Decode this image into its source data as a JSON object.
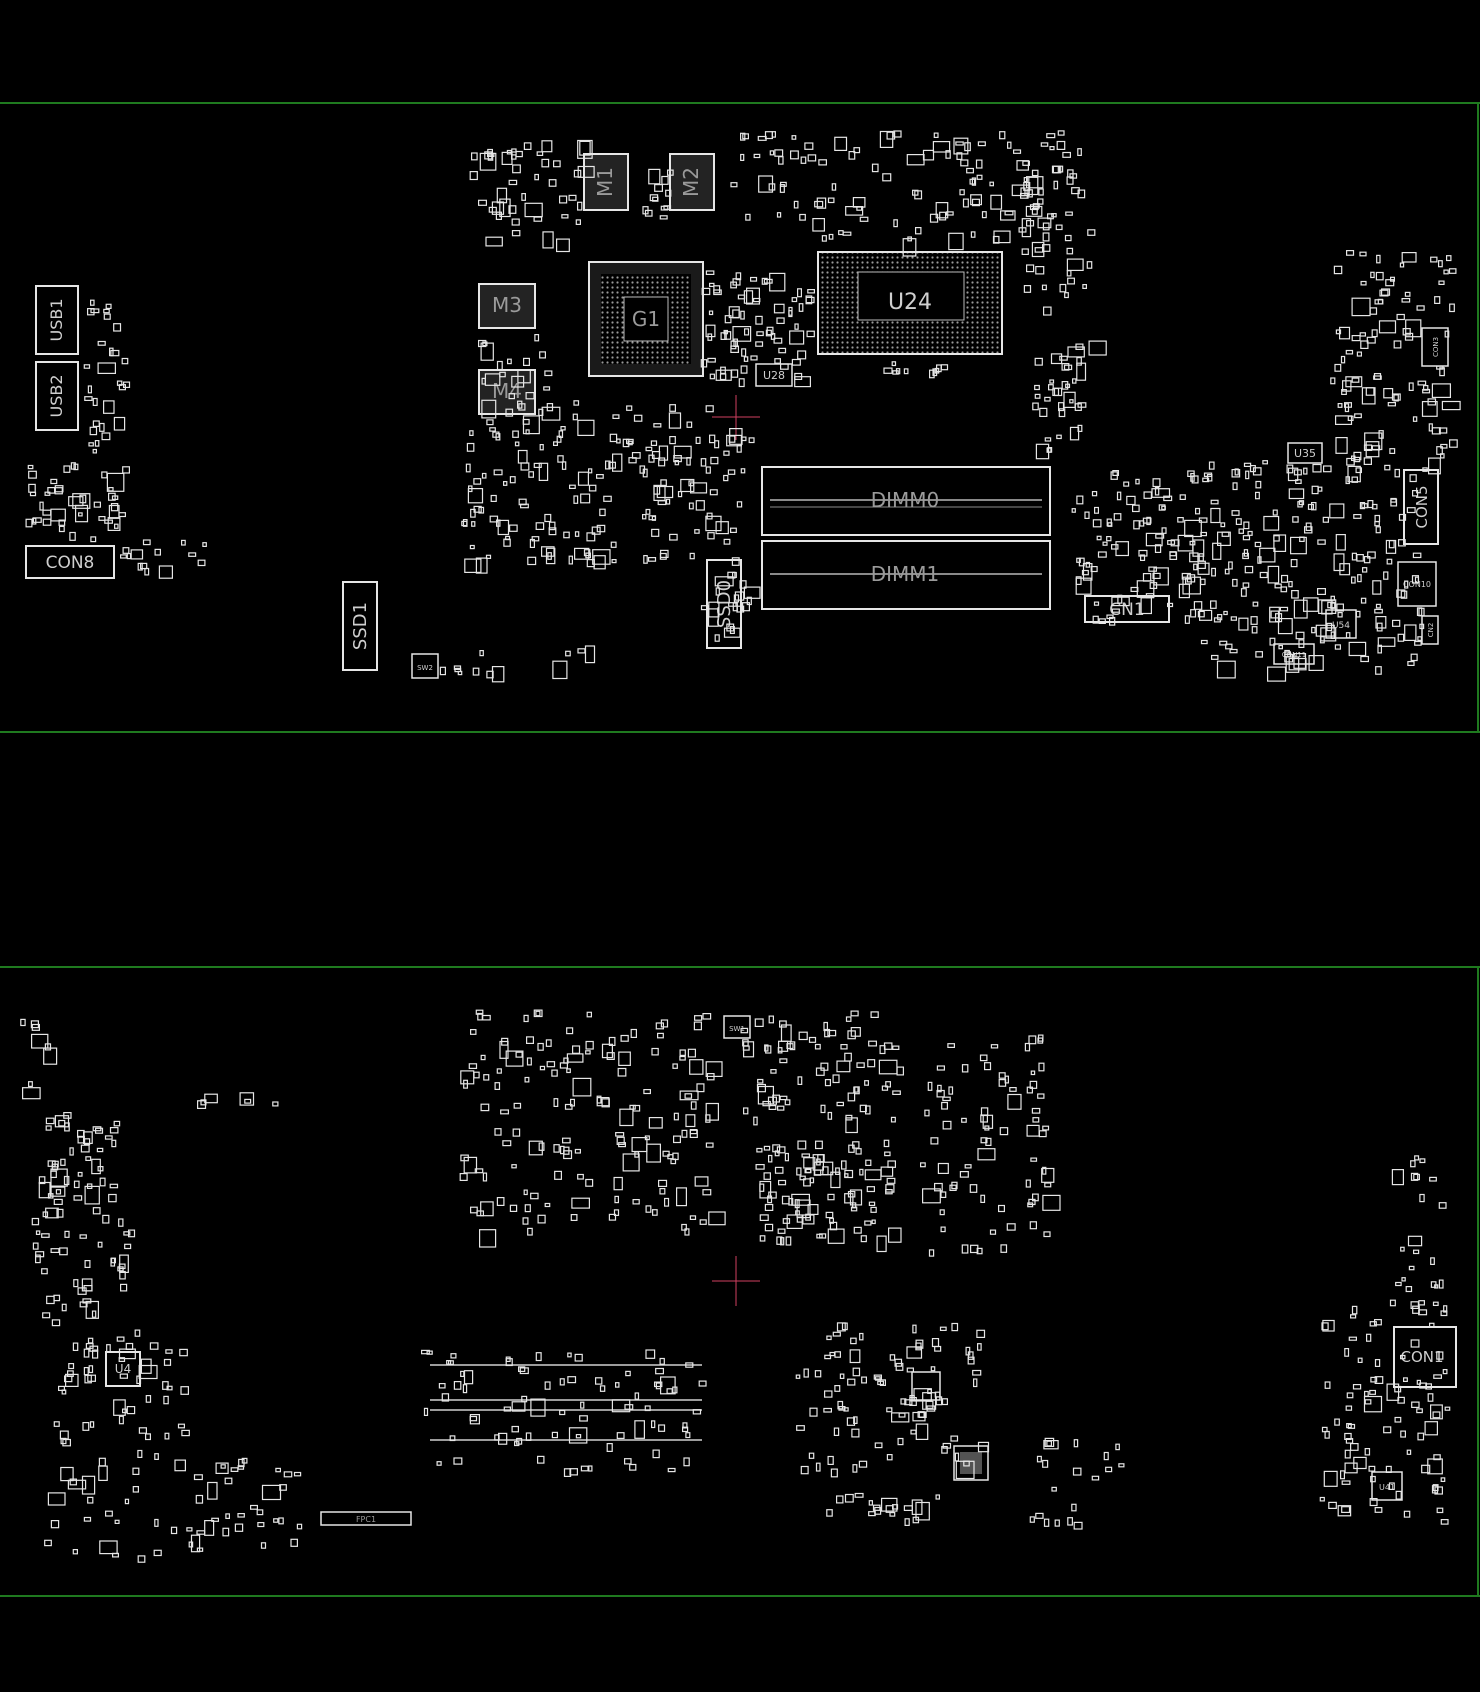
{
  "colors": {
    "background": "#000000",
    "board_outline": "#1f7a1f",
    "part_outline": "#e6e6e6",
    "label": "#cfcfcf",
    "chip_fill": "#8a8a8a",
    "cursor": "#d04060"
  },
  "top_side": {
    "labels": {
      "usb1": "USB1",
      "usb2": "USB2",
      "con8": "CON8",
      "ssd1": "SSD1",
      "m1": "M1",
      "m2": "M2",
      "m3": "M3",
      "m4": "M4",
      "g1": "G1",
      "u24": "U24",
      "u28": "U28",
      "dimm0": "DIMM0",
      "dimm1": "DIMM1",
      "ssd0": "SSD0",
      "cn1": "CN1",
      "u35": "U35",
      "con5": "CON5",
      "con10": "CON10",
      "u54": "U54",
      "con11": "CON11",
      "cn2": "CN2",
      "con3": "CON3",
      "sw2": "SW2"
    }
  },
  "bottom_side": {
    "labels": {
      "sw1": "SW1",
      "u4": "U4",
      "con1": "CON1",
      "u41": "U41",
      "fpc1": "FPC1"
    }
  }
}
